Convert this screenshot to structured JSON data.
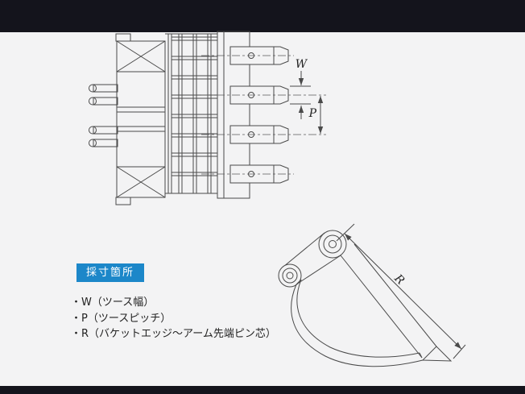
{
  "page": {
    "background": "#f3f3f4",
    "top_bar_color": "#14141c",
    "bottom_bar_color": "#14141c",
    "line_color": "#4a4a4a",
    "accent_blue": "#1c87c9"
  },
  "diagram": {
    "dim_w": "W",
    "dim_p": "P",
    "dim_r": "R"
  },
  "label_box": {
    "text": "採寸箇所"
  },
  "legend": {
    "items": [
      "・W（ツース幅）",
      "・P（ツースピッチ）",
      "・R（バケットエッジ～アーム先端ピン芯）"
    ]
  }
}
